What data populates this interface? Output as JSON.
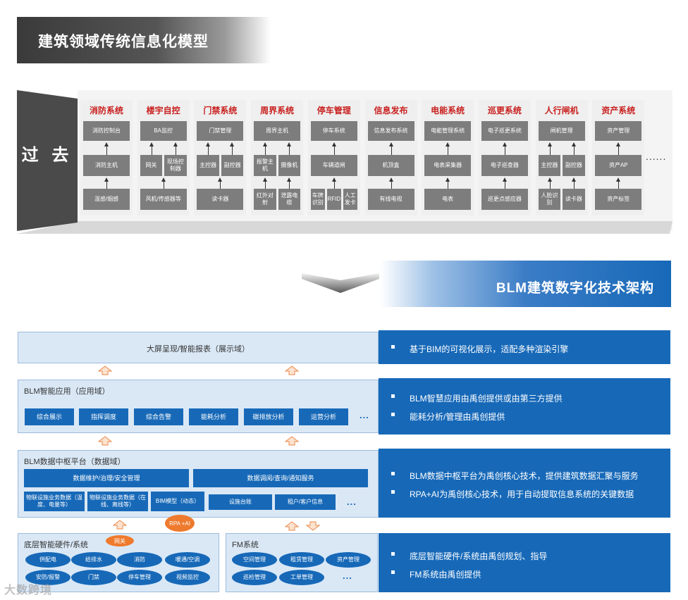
{
  "banner": {
    "title": "建筑领域传统信息化模型"
  },
  "past": {
    "label": "过 去",
    "more": "......",
    "systems": [
      {
        "title": "消防系统",
        "top": "消防控制台",
        "mid": [
          "消防主机"
        ],
        "bottom": [
          "温感/烟感"
        ]
      },
      {
        "title": "楼宇自控",
        "top": "BA监控",
        "mid": [
          "网关",
          "现场控制器"
        ],
        "bottom": [
          "风机/传感器等"
        ]
      },
      {
        "title": "门禁系统",
        "top": "门禁管理",
        "mid": [
          "主控器",
          "副控器"
        ],
        "bottom": [
          "读卡器"
        ]
      },
      {
        "title": "周界系统",
        "top": "周界主机",
        "mid": [
          "报警主机",
          "摄像机"
        ],
        "bottom": [
          "红外对射",
          "泄露电缆"
        ]
      },
      {
        "title": "停车管理",
        "top": "停车系统",
        "mid": [
          "车辆道闸"
        ],
        "bottom": [
          "车牌识别",
          "RFID",
          "人工发卡"
        ]
      },
      {
        "title": "信息发布",
        "top": "信息发布系统",
        "mid": [
          "机顶盒"
        ],
        "bottom": [
          "有线电视"
        ]
      },
      {
        "title": "电能系统",
        "top": "电能管理系统",
        "mid": [
          "电表采集器"
        ],
        "bottom": [
          "电表"
        ]
      },
      {
        "title": "巡更系统",
        "top": "电子巡更系统",
        "mid": [
          "电子巡查器"
        ],
        "bottom": [
          "巡更点感应器"
        ]
      },
      {
        "title": "人行闸机",
        "top": "闸机管理",
        "mid": [
          "主控器",
          "副控器"
        ],
        "bottom": [
          "人脸识别",
          "读卡器"
        ]
      },
      {
        "title": "资产系统",
        "top": "资产管理",
        "mid": [
          "资产AP"
        ],
        "bottom": [
          "资产标签"
        ]
      }
    ]
  },
  "blm": {
    "title": "BLM建筑数字化技术架构"
  },
  "layers": {
    "display": {
      "title": "大屏呈现/智能报表（展示域）"
    },
    "app": {
      "title": "BLM智能应用（应用域）",
      "items": [
        "综合展示",
        "指挥调度",
        "综合告警",
        "能耗分析",
        "碳排放分析",
        "运营分析"
      ],
      "more": "..."
    },
    "data": {
      "title": "BLM数据中枢平台（数据域）",
      "row1": [
        "数据维护/治理/安全管理",
        "数据调阅/查询/通知服务"
      ],
      "row2": [
        "物联设施业务数据（温度、电量等）",
        "物联设施业务数据（在线、离线等）",
        "BIM模型（动态）",
        "设施台账",
        "租户/客户信息"
      ],
      "more": "..."
    },
    "hw": {
      "title": "底层智能硬件/系统",
      "gateway": "网关",
      "rpa": "RPA +AI",
      "items": [
        "供配电",
        "给排水",
        "消防",
        "暖通/空调",
        "安防/报警",
        "门禁",
        "停车管理",
        "视频监控"
      ],
      "fm_title": "FM系统",
      "fm_items": [
        "空间管理",
        "租赁管理",
        "资产管理",
        "巡检管理",
        "工单管理"
      ],
      "fm_more": "..."
    }
  },
  "notes": {
    "display": [
      "基于BIM的可视化展示，适配多种渲染引擎"
    ],
    "app": [
      "BLM智慧应用由禹创提供或由第三方提供",
      "能耗分析/管理由禹创提供"
    ],
    "data": [
      "BLM数据中枢平台为禹创核心技术，提供建筑数据汇聚与服务",
      "RPA+AI为禹创核心技术，用于自动提取信息系统的关键数据"
    ],
    "hw": [
      "底层智能硬件/系统由禹创规划、指导",
      "FM系统由禹创提供"
    ]
  },
  "watermark": "大数跨境",
  "colors": {
    "primary_blue": "#1769b8",
    "light_blue": "#dae8f6",
    "title_red": "#c8201f",
    "dark_grey": "#3a3a3a",
    "box_grey": "#7d7d7d",
    "orange": "#ee7a2d"
  }
}
